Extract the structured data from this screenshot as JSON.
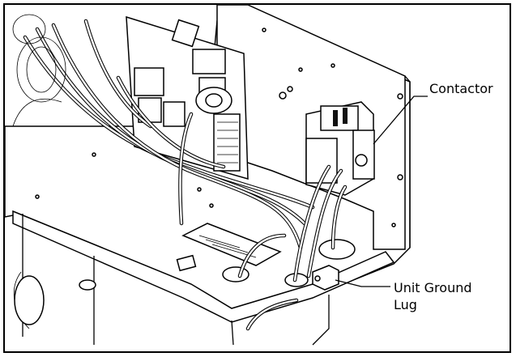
{
  "callouts": {
    "contactor": "Contactor",
    "ground_line1": "Unit Ground",
    "ground_line2": "Lug"
  },
  "colors": {
    "line": "#000000",
    "background": "#ffffff"
  }
}
